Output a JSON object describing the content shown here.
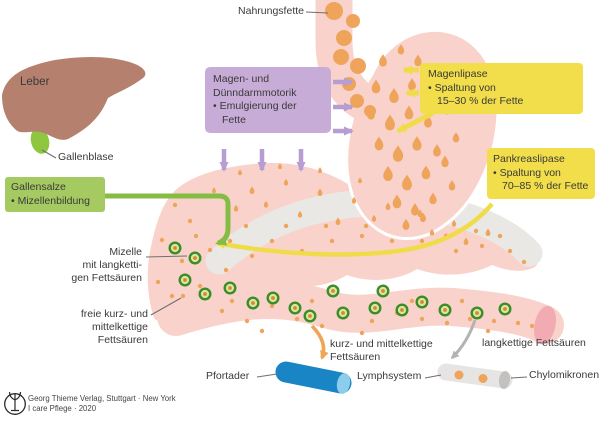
{
  "labels": {
    "nahrungsfette": "Nahrungsfette",
    "leber": "Leber",
    "gallenblase": "Gallenblase",
    "mizelle_line1": "Mizelle",
    "mizelle_line2": "mit langketti-",
    "mizelle_line3": "gen Fettsäuren",
    "freie_line1": "freie kurz- und",
    "freie_line2": "mittelkettige",
    "freie_line3": "Fettsäuren",
    "kurz_line1": "kurz- und mittelkettige",
    "kurz_line2": "Fettsäuren",
    "langkettige": "langkettige Fettsäuren",
    "pfortader": "Pfortader",
    "lymphsystem": "Lymphsystem",
    "chylomikronen": "Chylomikronen"
  },
  "boxes": {
    "motorik": {
      "lines": [
        "Magen- und",
        "Dünndarmmotorik",
        "• Emulgierung der",
        "Fette"
      ]
    },
    "magenlipase": {
      "lines": [
        "Magenlipase",
        "• Spaltung von",
        "15–30 % der Fette"
      ]
    },
    "pankreaslipase": {
      "lines": [
        "Pankreaslipase",
        "• Spaltung von",
        "70–85 % der Fette"
      ]
    },
    "gallensalze": {
      "lines": [
        "Gallensalze",
        "• Mizellenbildung"
      ]
    }
  },
  "footer": {
    "publisher": "Georg Thieme Verlag, Stuttgart · New York",
    "source": "I care Pflege · 2020"
  },
  "colors": {
    "organ_pink": "#f9d3cb",
    "organ_pink_cap": "#f3abb3",
    "fat_orange": "#efa45b",
    "purple_box": "#c8acd8",
    "purple_arrow": "#b79dd2",
    "yellow_box": "#f2de4a",
    "green_box": "#a5ca62",
    "green_arrow": "#85bc43",
    "micelle_ring": "#3d8c28",
    "micelle_fill": "#d8e7a6",
    "micelle_core": "#dd8728",
    "liver_brown": "#b5816e",
    "gallbladder_green": "#8ec73f",
    "pancreas_grey": "#eae8e4",
    "portal_vein_blue": "#1a85c5",
    "portal_vein_cap": "#8bcdea",
    "lymph_grey": "#e7e5e3",
    "lymph_cap": "#c3c1bf",
    "pointer_grey": "#6f6f6f",
    "text": "#3a3a39"
  }
}
